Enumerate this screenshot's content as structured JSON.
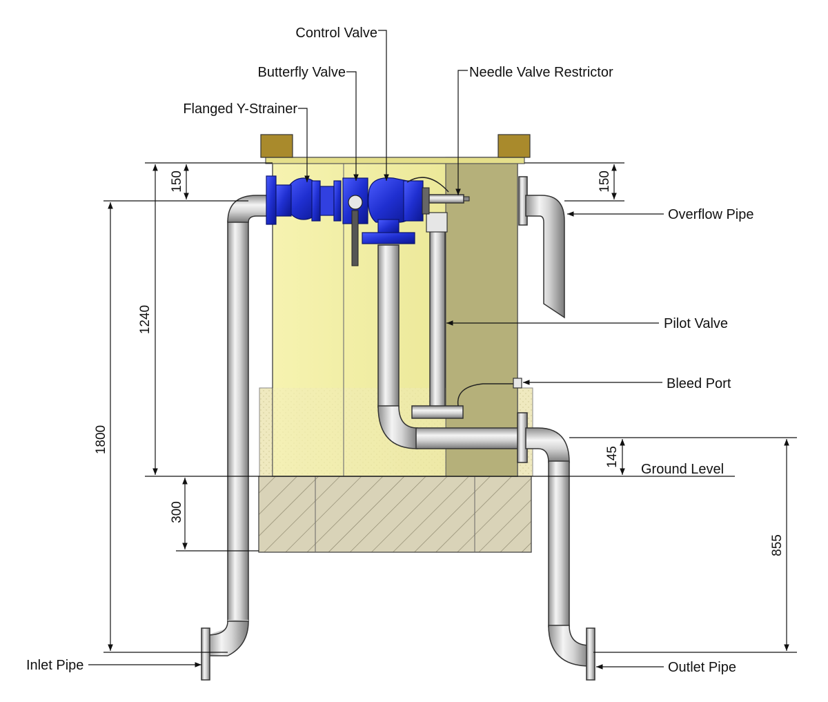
{
  "labels": {
    "control_valve": "Control Valve",
    "butterfly_valve": "Butterfly Valve",
    "needle_valve": "Needle Valve Restrictor",
    "y_strainer": "Flanged Y-Strainer",
    "overflow_pipe": "Overflow Pipe",
    "pilot_valve": "Pilot Valve",
    "bleed_port": "Bleed Port",
    "ground_level": "Ground Level",
    "inlet_pipe": "Inlet Pipe",
    "outlet_pipe": "Outlet Pipe"
  },
  "dimensions": {
    "top_left": "150",
    "top_right": "150",
    "height_tank": "1240",
    "height_overall": "1800",
    "foundation": "300",
    "outlet_above_ground": "145",
    "outlet_depth": "855"
  },
  "colors": {
    "tank_light": "#efec9c",
    "tank_dark": "#b5b07a",
    "lid_box": "#a98a2c",
    "concrete": "#d9d3b8",
    "valve_blue": "#1f2fd0",
    "pipe_mid": "#c9c9c9"
  }
}
